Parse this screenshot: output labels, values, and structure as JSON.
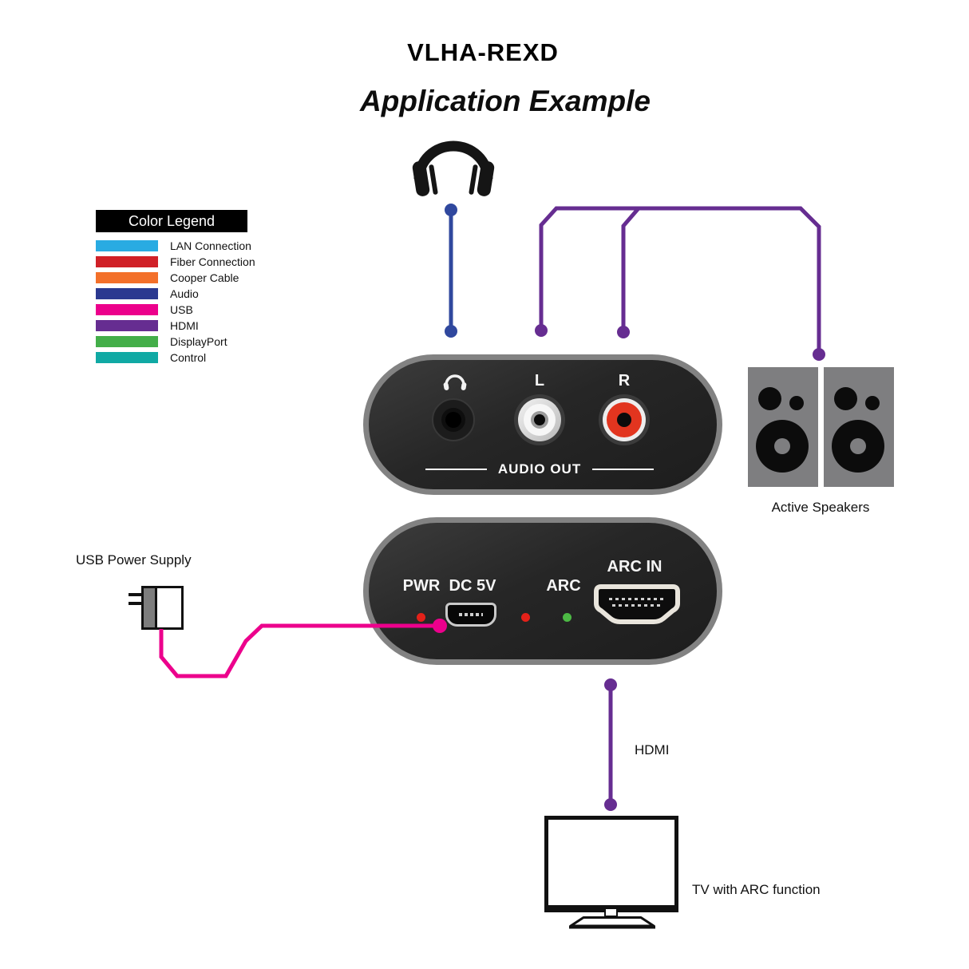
{
  "title": "VLHA-REXD",
  "subtitle": "Application Example",
  "legend": {
    "header": "Color Legend",
    "items": [
      {
        "label": "LAN Connection",
        "color": "#29ABE2"
      },
      {
        "label": "Fiber Connection",
        "color": "#D02027"
      },
      {
        "label": "Cooper Cable",
        "color": "#F3702A"
      },
      {
        "label": "Audio",
        "color": "#2B3990"
      },
      {
        "label": "USB",
        "color": "#EC008C"
      },
      {
        "label": "HDMI",
        "color": "#662D91"
      },
      {
        "label": "DisplayPort",
        "color": "#43AE49"
      },
      {
        "label": "Control",
        "color": "#10A9A4"
      }
    ]
  },
  "audio_out_panel": {
    "left_jack_label": "L",
    "right_jack_label": "R",
    "panel_label": "AUDIO OUT"
  },
  "rear_panel": {
    "pwr_label": "PWR",
    "dc5v_label": "DC 5V",
    "arc_label": "ARC",
    "arc_in_label": "ARC IN"
  },
  "annotations": {
    "usb_power_supply": "USB Power Supply",
    "active_speakers": "Active Speakers",
    "hdmi_cable": "HDMI",
    "tv": "TV with ARC function"
  },
  "cable_colors": {
    "audio": "#30489E",
    "hdmi": "#662D91",
    "usb": "#EC008C"
  },
  "indicator_colors": {
    "power_led": "#E32119",
    "arc_red_led": "#E32119",
    "arc_green_led": "#4CB944",
    "rca_red": "#E2351F"
  }
}
